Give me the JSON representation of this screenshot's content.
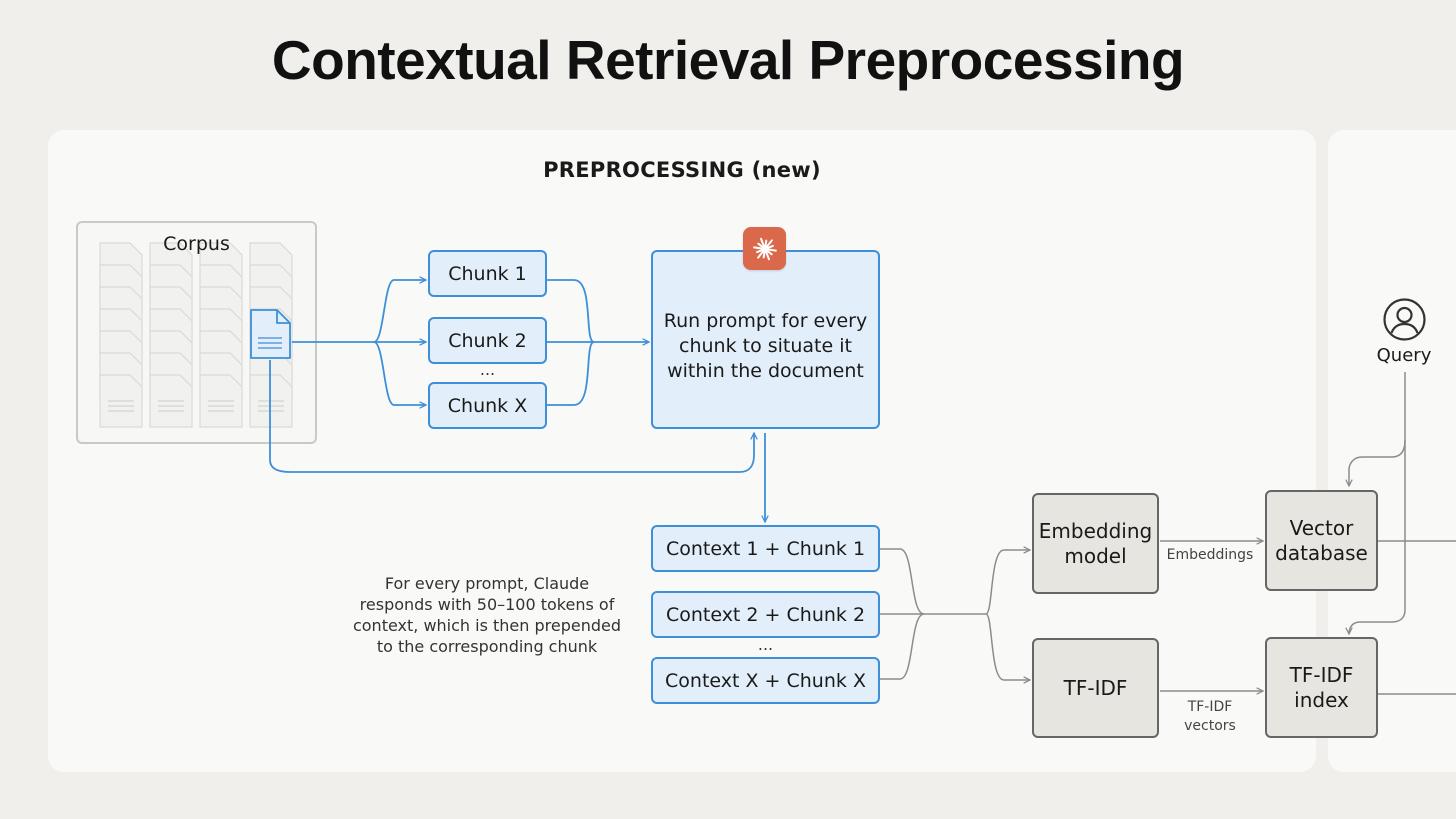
{
  "title": "Contextual Retrieval Preprocessing",
  "section_title": "PREPROCESSING (new)",
  "corpus": {
    "label": "Corpus"
  },
  "chunks": [
    "Chunk 1",
    "Chunk 2",
    "Chunk X"
  ],
  "chunk_ellipsis": "...",
  "prompt_box": {
    "text": "Run prompt for every chunk to situate it within the document"
  },
  "contexts": [
    "Context 1 + Chunk 1",
    "Context 2 + Chunk 2",
    "Context X + Chunk X"
  ],
  "context_ellipsis": "...",
  "note": "For every prompt, Claude responds with 50–100 tokens of context, which is then prepended to the corresponding chunk",
  "embedding_model": "Embedding model",
  "tfidf": "TF-IDF",
  "embeddings_label": "Embeddings",
  "tfidf_vectors_label": "TF-IDF vectors",
  "vector_database": "Vector database",
  "tfidf_index": "TF-IDF index",
  "query": "Query",
  "colors": {
    "blue": "#3d8fd9",
    "blue_fill": "#e3eefb",
    "gray_line": "#8c8c8c",
    "claude_orange": "#d9694a"
  },
  "icons": {
    "claude": "claude-logo-icon",
    "user": "user-circle-icon",
    "document": "document-icon"
  }
}
